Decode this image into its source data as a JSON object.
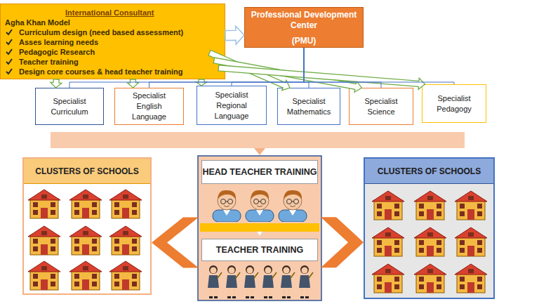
{
  "diagram": {
    "nodes": [
      {
        "text": [
          "International Consultant",
          "Agha Khan Model",
          "Curriculum design (need based assessment)",
          "Asses learning needs",
          "Pedagogic Research",
          "Teacher training",
          "Design core courses & head teacher training"
        ]
      },
      {
        "text": [
          "Professional Development Center",
          "(PMU)"
        ]
      },
      {
        "text": [
          "Specialist Curriculum"
        ]
      },
      {
        "text": [
          "Specialist English Language"
        ]
      },
      {
        "text": [
          "Specialist Regional Language"
        ]
      },
      {
        "text": [
          "Specialist Mathematics"
        ]
      },
      {
        "text": [
          "Specialist Science"
        ]
      },
      {
        "text": [
          "Specialist Pedagogy"
        ]
      },
      {
        "text": [
          "HEAD TEACHER TRAINING"
        ]
      },
      {
        "text": [
          "TEACHER TRAINING"
        ]
      },
      {
        "text": [
          "CLUSTERS OF SCHOOLS"
        ]
      },
      {
        "text": [
          "CLUSTERS OF SCHOOLS"
        ]
      }
    ],
    "edges": [
      {
        "from": 0,
        "to": 1,
        "arrow": "to"
      },
      {
        "from": 0,
        "to": 2,
        "arrow": "to"
      },
      {
        "from": 0,
        "to": 3,
        "arrow": "to"
      },
      {
        "from": 0,
        "to": 4,
        "arrow": "to"
      },
      {
        "from": 0,
        "to": 5,
        "arrow": "to"
      },
      {
        "from": 0,
        "to": 6,
        "arrow": "to"
      },
      {
        "from": 0,
        "to": 7,
        "arrow": "to"
      },
      {
        "from": 1,
        "to": 2,
        "arrow": "none"
      },
      {
        "from": 1,
        "to": 3,
        "arrow": "none"
      },
      {
        "from": 1,
        "to": 4,
        "arrow": "none"
      },
      {
        "from": 1,
        "to": 5,
        "arrow": "none"
      },
      {
        "from": 1,
        "to": 6,
        "arrow": "none"
      },
      {
        "from": 1,
        "to": 7,
        "arrow": "none"
      },
      {
        "from": 9,
        "to": 10,
        "arrow": "to"
      },
      {
        "from": 9,
        "to": 11,
        "arrow": "to"
      }
    ]
  }
}
